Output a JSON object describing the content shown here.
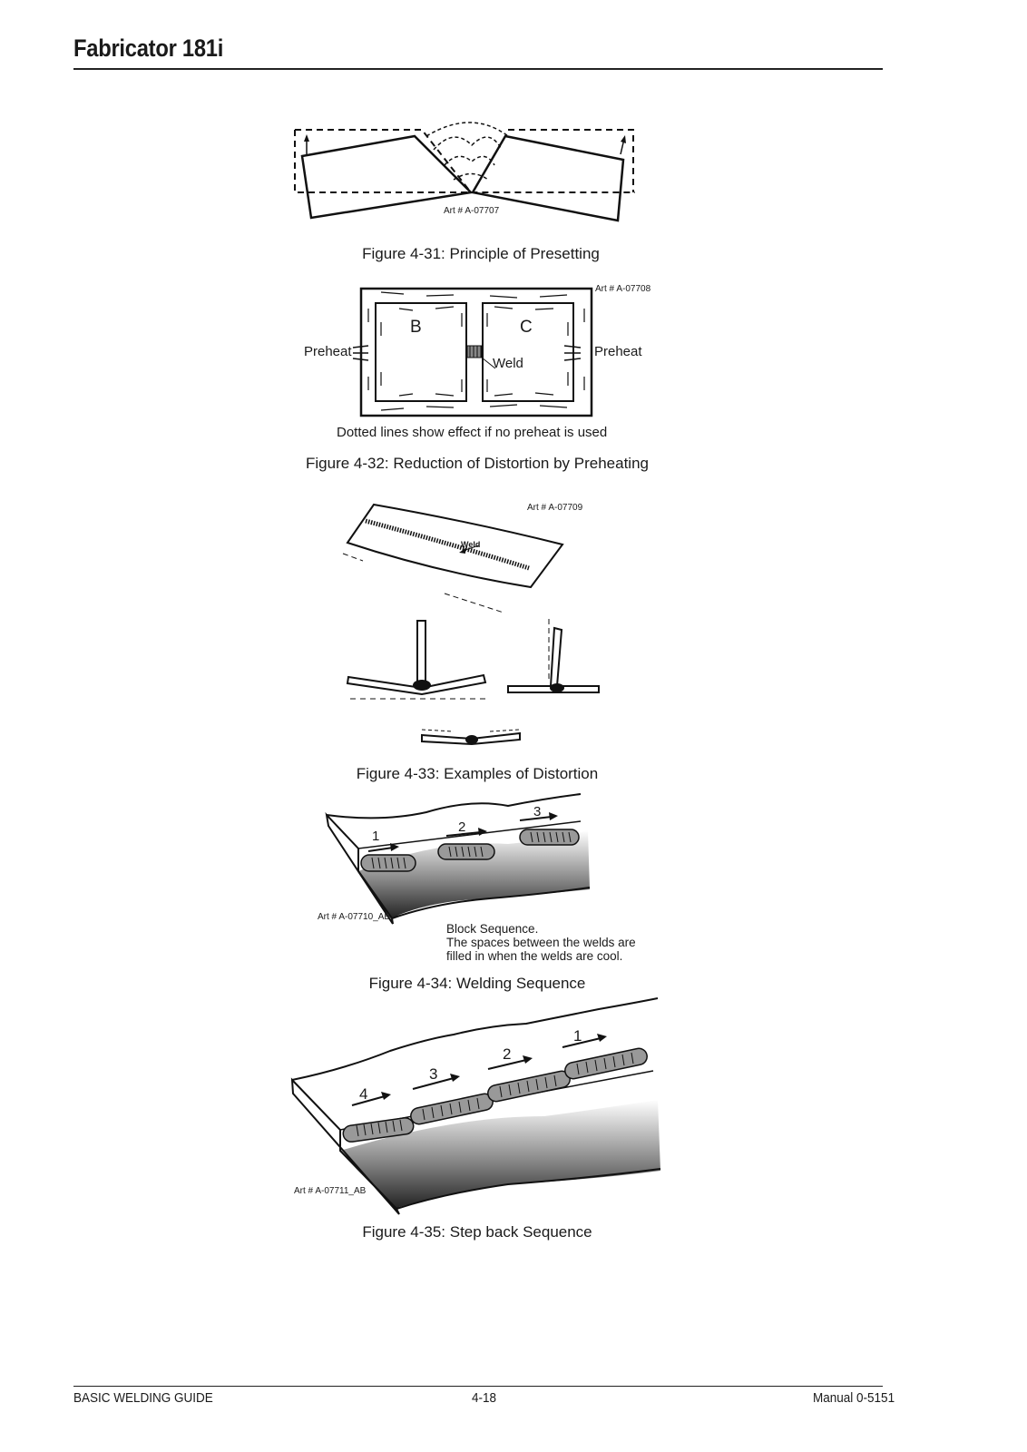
{
  "header": {
    "title": "Fabricator 181i"
  },
  "figures": [
    {
      "caption": "Figure 4-31: Principle of Presetting",
      "art": "Art # A-07707"
    },
    {
      "caption": "Figure 4-32: Reduction of Distortion by Preheating",
      "art": "Art # A-07708",
      "label_b": "B",
      "label_c": "C",
      "preheat_left": "Preheat",
      "preheat_right": "Preheat",
      "weld": "Weld",
      "note": "Dotted lines show effect if no preheat is used"
    },
    {
      "caption": "Figure 4-33: Examples of Distortion",
      "art": "Art # A-07709",
      "weld": "Weld"
    },
    {
      "caption": "Figure 4-34: Welding Sequence",
      "art": "Art # A-07710_AB",
      "steps": [
        "1",
        "2",
        "3"
      ],
      "note_lines": [
        "Block Sequence.",
        "The spaces between the welds are",
        "filled in when the welds are cool."
      ]
    },
    {
      "caption": "Figure 4-35: Step back Sequence",
      "art": "Art # A-07711_AB",
      "steps": [
        "1",
        "2",
        "3",
        "4"
      ]
    }
  ],
  "footer": {
    "left": "BASIC WELDING GUIDE",
    "center": "4-18",
    "right": "Manual 0-5151"
  }
}
